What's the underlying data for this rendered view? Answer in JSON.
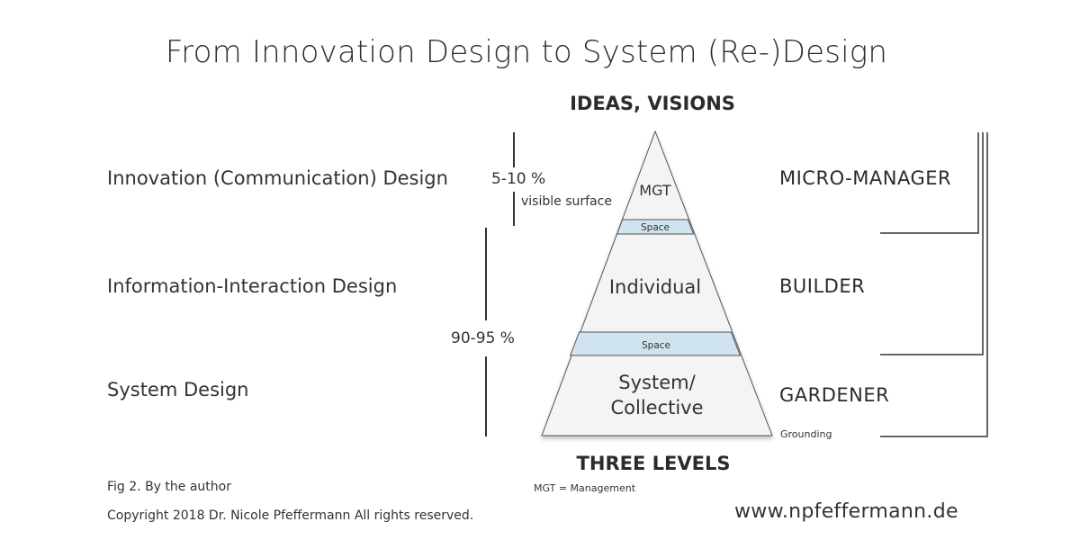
{
  "title": "From Innovation Design to System (Re-)Design",
  "top_heading": "IDEAS, VISIONS",
  "bottom_heading": "THREE LEVELS",
  "left_labels": [
    "Innovation (Communication) Design",
    "Information-Interaction Design",
    "System Design"
  ],
  "percentages": {
    "top_value": "5-10 %",
    "top_note": "visible surface",
    "bottom_value": "90-95 %"
  },
  "pyramid": {
    "levels": [
      {
        "label": "MGT"
      },
      {
        "label": "Individual"
      },
      {
        "label_line1": "System/",
        "label_line2": "Collective"
      }
    ],
    "spaces": [
      "Space",
      "Space"
    ],
    "colors": {
      "fill": "#f5f4f4",
      "space": "#cfe4ef",
      "stroke": "#555555"
    }
  },
  "roles": [
    "MICRO-MANAGER",
    "BUILDER",
    "GARDENER"
  ],
  "grounding_label": "Grounding",
  "legend_note": "MGT = Management",
  "footer": {
    "figure_caption": "Fig 2. By the author",
    "copyright": "Copyright 2018 Dr. Nicole Pfeffermann All rights reserved.",
    "website": "www.npfeffermann.de"
  }
}
